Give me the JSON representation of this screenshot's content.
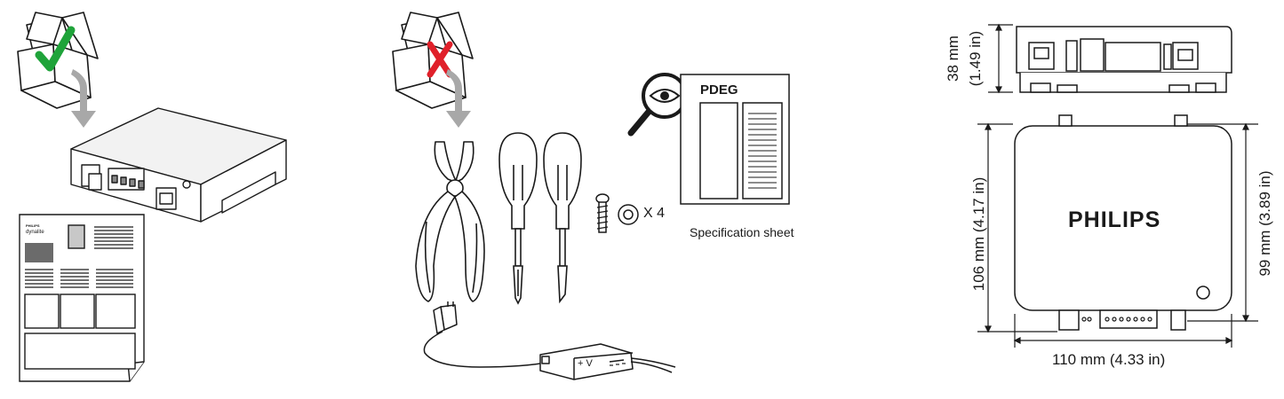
{
  "panel_contents": {
    "brand_small": "PHILIPS",
    "brand_product": "dynalite",
    "marks": {
      "ok": "checkmark-icon",
      "not_included": "cross-icon"
    },
    "ok_color": "#1fa33a",
    "not_included_color": "#e0202a"
  },
  "panel_tools": {
    "screw_count": "X 4",
    "psu_label": "+ V",
    "spec_sheet_title": "PDEG",
    "spec_sheet_caption": "Specification sheet"
  },
  "panel_dimensions": {
    "brand": "PHILIPS",
    "height_label_line1": "38 mm",
    "height_label_line2": "(1.49 in)",
    "depth_left_label": "106 mm (4.17 in)",
    "depth_right_label": "99 mm (3.89 in)",
    "width_label": "110 mm (4.33 in)"
  },
  "colors": {
    "line": "#1a1a1a",
    "arrow": "#a8a8a8",
    "dark_fill": "#6b6b6b",
    "light_gray": "#c8c8c8"
  }
}
